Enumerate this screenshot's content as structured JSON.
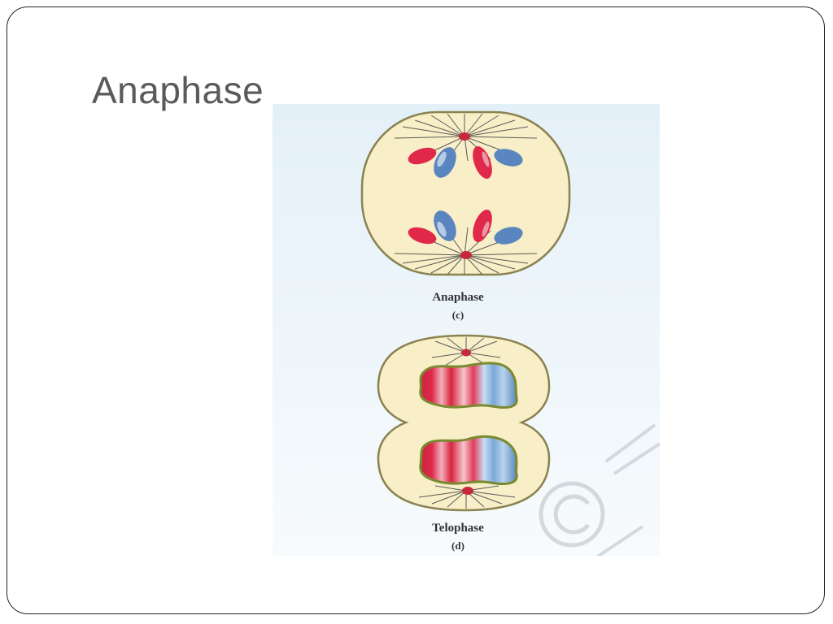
{
  "slide": {
    "title": "Anaphase"
  },
  "figure": {
    "stage_c": {
      "name": "Anaphase",
      "letter": "(c)"
    },
    "stage_d": {
      "name": "Telophase",
      "letter": "(d)"
    },
    "colors": {
      "background_top": "#e4f0f8",
      "background_bottom": "#f7fbfd",
      "cytoplasm": "#f8efc8",
      "membrane": "#8a8250",
      "spindle": "#5a5a5a",
      "chromosome_red": "#e0284a",
      "chromosome_blue": "#5a86c0",
      "centriole": "#c8283c"
    }
  }
}
